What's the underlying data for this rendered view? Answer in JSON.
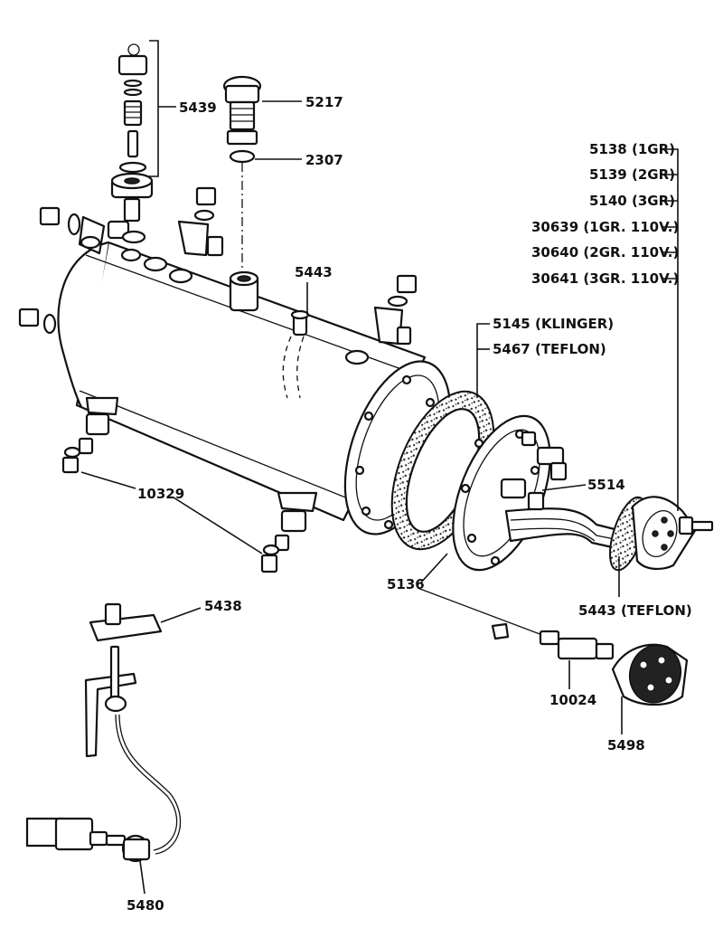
{
  "labels": {
    "l5439": "5439",
    "l5217": "5217",
    "l2307": "2307",
    "l5443a": "5443",
    "l5138": "5138 (1GR)",
    "l5139": "5139 (2GR)",
    "l5140": "5140 (3GR)",
    "l30639": "30639 (1GR. 110V.)",
    "l30640": "30640 (2GR. 110V.)",
    "l30641": "30641 (3GR. 110V.)",
    "l5145": "5145 (KLINGER)",
    "l5467": "5467 (TEFLON)",
    "l5514": "5514",
    "l10329": "10329",
    "l5136": "5136",
    "l5443b": "5443 (TEFLON)",
    "l5438": "5438",
    "l10024": "10024",
    "l5498": "5498",
    "l5480": "5480"
  }
}
